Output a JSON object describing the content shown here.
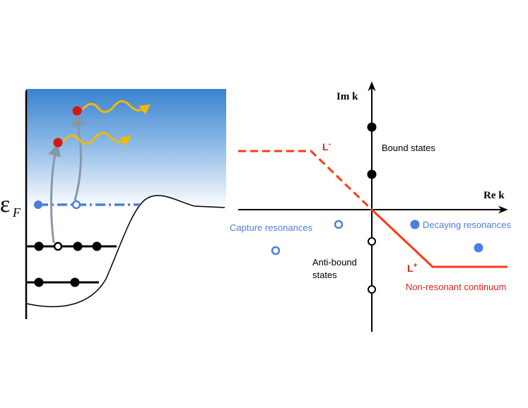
{
  "colors": {
    "black": "#000000",
    "blue": "#4a7fe0",
    "red": "#e0201a",
    "orange_red": "#ff3a10",
    "electron_red": "#d8150f",
    "photon": "#f5b800",
    "arrow_gray": "#8a96a8",
    "well_top": "#3c83d0",
    "well_bottom": "#ffffff"
  },
  "left_panel": {
    "fermi_symbol": "ε",
    "fermi_subscript": "F"
  },
  "right_panel": {
    "im_axis_label": "Im k",
    "re_axis_label": "Re k",
    "bound_states": "Bound states",
    "anti_bound_line1": "Anti-bound",
    "anti_bound_line2": "states",
    "capture_resonances": "Capture resonances",
    "decaying_resonances": "Decaying resonances",
    "non_resonant": "Non-resonant continuum",
    "l_minus_base": "L",
    "l_minus_sup": "-",
    "l_plus_base": "L",
    "l_plus_sup": "+"
  }
}
